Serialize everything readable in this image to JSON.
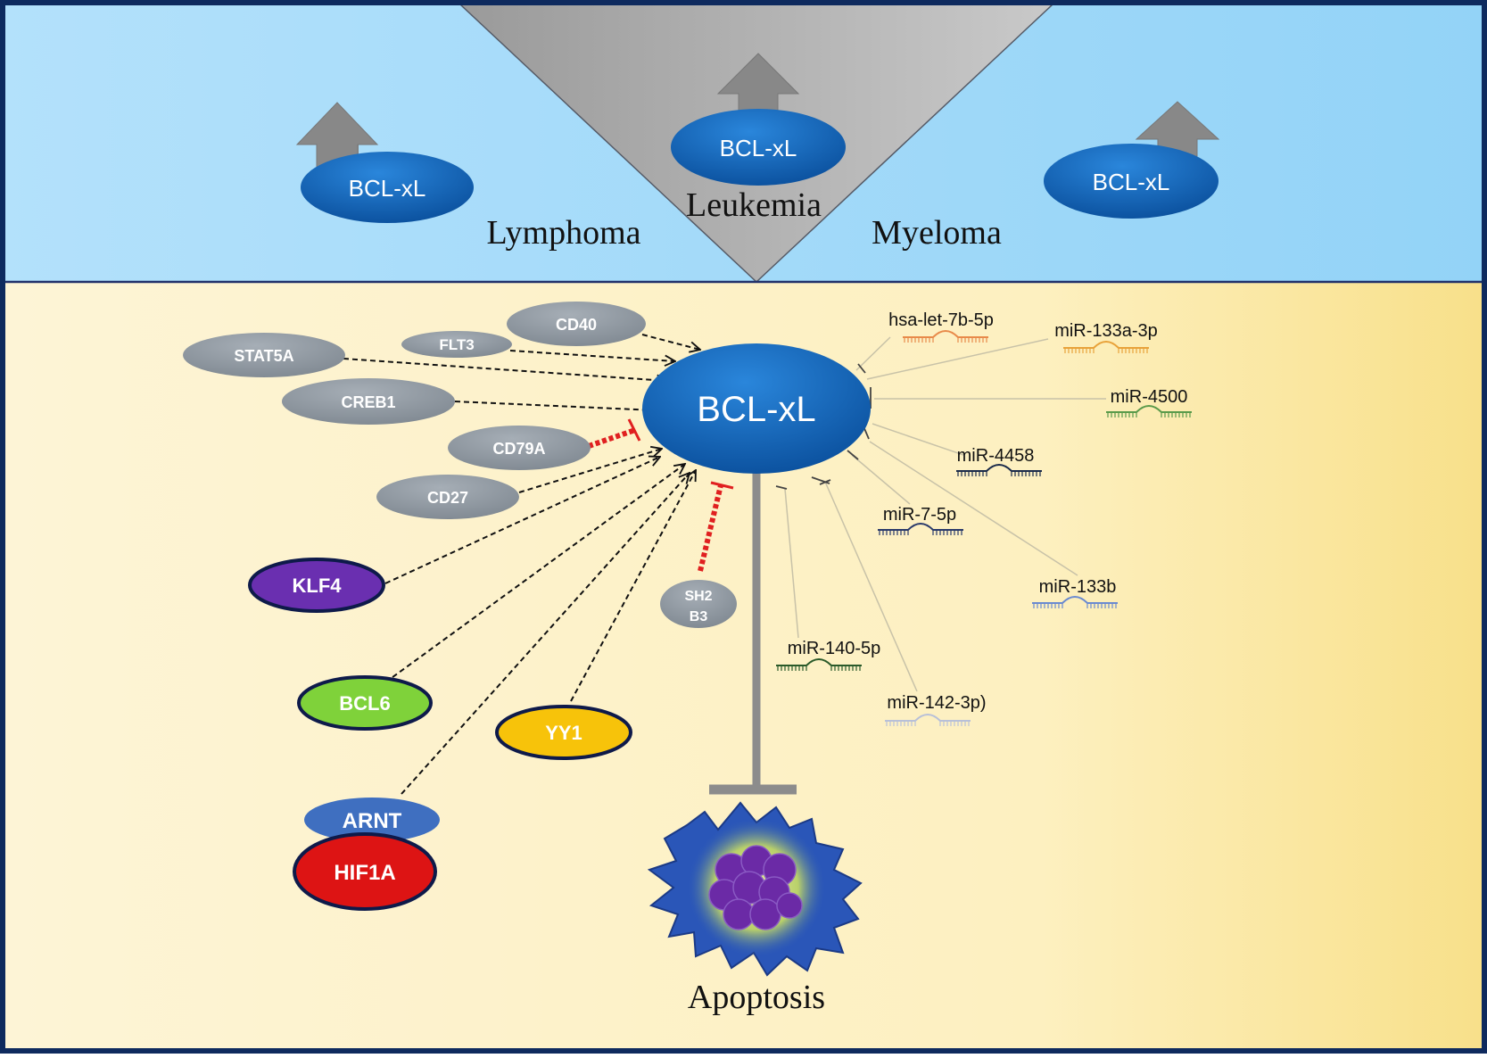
{
  "top_panel": {
    "nodes": [
      "BCL-xL",
      "BCL-xL",
      "BCL-xL"
    ],
    "labels": [
      "Lymphoma",
      "Leukemia",
      "Myeloma"
    ]
  },
  "center": {
    "label": "BCL-xL"
  },
  "outcome": {
    "label": "Apoptosis"
  },
  "regulators": {
    "activators": [
      "CD40",
      "FLT3",
      "STAT5A",
      "CREB1",
      "CD27",
      "KLF4",
      "BCL6",
      "YY1",
      "ARNT"
    ],
    "inhibitors": [
      "CD79A",
      "SH2\nB3"
    ],
    "complex_partner": "HIF1A"
  },
  "mirnas": [
    "hsa-let-7b-5p",
    "miR-133a-3p",
    "miR-4500",
    "miR-4458",
    "miR-7-5p",
    "miR-133b",
    "miR-140-5p",
    "miR-142-3p)"
  ],
  "colors": {
    "top_background": "#a9dcf9",
    "bottom_background": "#fdf1c3",
    "border": "#0e2a5e",
    "bclxl_blue": "#0d63b8",
    "regulator_gray": "#8d969f",
    "inhibition_red": "#e02020",
    "klf4": "#6a2fb0",
    "bcl6": "#7fd23a",
    "yy1": "#f7c30a",
    "arnt": "#3f6fc0",
    "hif1a": "#dd1414",
    "apoptotic_cell": "#2a56b8",
    "nucleus": "#6b2aa6"
  }
}
